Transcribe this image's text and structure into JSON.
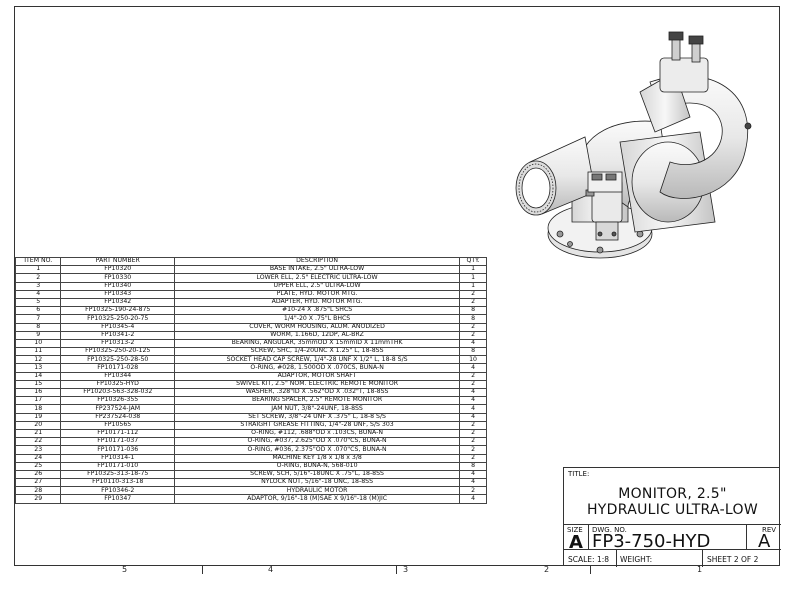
{
  "bom": {
    "headers": [
      "ITEM NO.",
      "PART NUMBER",
      "DESCRIPTION",
      "QTY."
    ],
    "rows": [
      [
        "1",
        "FP10320",
        "BASE INTAKE, 2.5\" ULTRA-LOW",
        "1"
      ],
      [
        "2",
        "FP10330",
        "LOWER ELL, 2.5\" ELECTRIC ULTRA-LOW",
        "1"
      ],
      [
        "3",
        "FP10340",
        "UPPER ELL, 2.5\" ULTRA-LOW",
        "1"
      ],
      [
        "4",
        "FP10343",
        "PLATE, HYD. MOTOR MTG.",
        "2"
      ],
      [
        "5",
        "FP10342",
        "ADAPTER, HYD. MOTOR MTG.",
        "2"
      ],
      [
        "6",
        "FP10325-190-24-875",
        "#10-24 X .875\"L SHCS",
        "8"
      ],
      [
        "7",
        "FP10325-250-20-75",
        "1/4\"-20 X .75\"L BHCS",
        "8"
      ],
      [
        "8",
        "FP10345-4",
        "COVER, WORM HOUSING, ALUM. ANODIZED",
        "2"
      ],
      [
        "9",
        "FP10341-2",
        "WORM, 1.166D, 12DP, AL-BRZ",
        "2"
      ],
      [
        "10",
        "FP10313-2",
        "BEARING, ANGULAR, 35mmOD X 15mmID X 11mmTHK",
        "4"
      ],
      [
        "11",
        "FP10325-250-20-125",
        "SCREW, SHC, 1/4-20UNC X 1.25\" L, 18-8SS",
        "8"
      ],
      [
        "12",
        "FP10325-250-28-50",
        "SOCKET HEAD CAP SCREW, 1/4\"-28 UNF X 1/2\" L, 18-8 S/S",
        "10"
      ],
      [
        "13",
        "FP10171-028",
        "O-RING, #028, 1.500OD X .070CS, BUNA-N",
        "4"
      ],
      [
        "14",
        "FP10344",
        "ADAPTOR, MOTOR SHAFT",
        "2"
      ],
      [
        "15",
        "FP10325-HYD",
        "SWIVEL KIT, 2.5\" NOM. ELECTRIC REMOTE MONITOR",
        "2"
      ],
      [
        "16",
        "FP10203-563-328-032",
        "WASHER, .328\"ID X .562\"OD X .032\"T, 18-8SS",
        "4"
      ],
      [
        "17",
        "FP10326-355",
        "BEARING SPACER, 2.5\" REMOTE MONITOR",
        "4"
      ],
      [
        "18",
        "FP237524-JAM",
        "JAM NUT, 3/8\"-24UNF, 18-8SS",
        "4"
      ],
      [
        "19",
        "FP237524-038",
        "SET SCREW, 3/8\"-24 UNF X .375\" L, 18-8 S/S",
        "4"
      ],
      [
        "20",
        "FP10565",
        "STRAIGHT GREASE FITTING, 1/4\"-28 UNF, S/S 303",
        "2"
      ],
      [
        "21",
        "FP10171-112",
        "O-RING, #112, .688\"OD x .103CS, BUNA-N",
        "2"
      ],
      [
        "22",
        "FP10171-037",
        "O-RING, #037, 2.625\"OD X .070\"CS, BUNA-N",
        "2"
      ],
      [
        "23",
        "FP10171-036",
        "O-RING, #036, 2.375\"OD X .070\"CS, BUNA-N",
        "2"
      ],
      [
        "24",
        "FP10314-1",
        "MACHINE KEY 1/8 x 1/8 x 3/8",
        "2"
      ],
      [
        "25",
        "FP10171-010",
        "O-RING, BUNA-N, 568-010",
        "8"
      ],
      [
        "26",
        "FP10325-313-18-75",
        "SCREW, SCH, 5/16\"-18UNC X .75\"L, 18-8SS",
        "4"
      ],
      [
        "27",
        "FP10110-313-18",
        "NYLOCK NUT, 5/16\"-18 UNC, 18-8SS",
        "4"
      ],
      [
        "28",
        "FP10346-2",
        "HYDRAULIC MOTOR",
        "2"
      ],
      [
        "29",
        "FP10347",
        "ADAPTOR, 9/16\"-18 (M)SAE X 9/16\"-18 (M)JIC",
        "4"
      ]
    ]
  },
  "title_block": {
    "title_label": "TITLE:",
    "title_line1": "MONITOR, 2.5\"",
    "title_line2": "HYDRAULIC ULTRA-LOW",
    "size_label": "SIZE",
    "size_value": "A",
    "dwg_label": "DWG.  NO.",
    "dwg_value": "FP3-750-HYD",
    "rev_label": "REV",
    "rev_value": "A",
    "scale": "SCALE: 1:8",
    "weight": "WEIGHT:",
    "sheet": "SHEET 2 OF 2"
  },
  "zones": [
    "5",
    "4",
    "3",
    "2",
    "1"
  ]
}
